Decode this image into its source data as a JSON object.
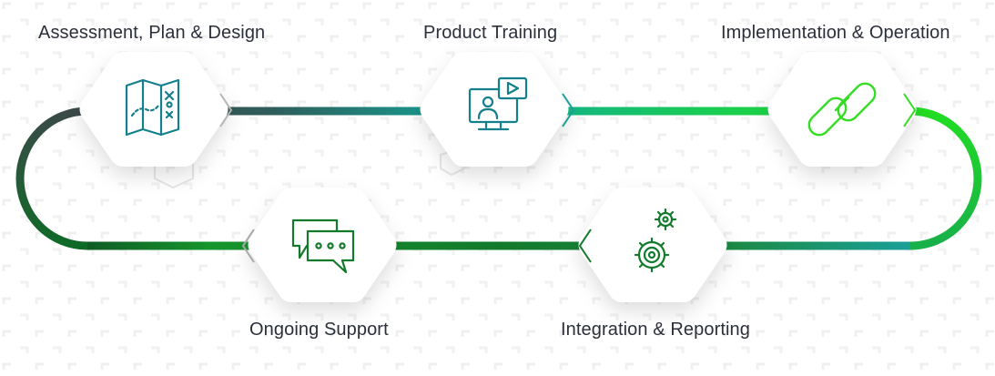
{
  "steps": [
    {
      "id": "assessment",
      "label": "Assessment, Plan & Design",
      "icon": "folded-map-icon"
    },
    {
      "id": "training",
      "label": "Product Training",
      "icon": "video-training-monitor-icon"
    },
    {
      "id": "implementation",
      "label": "Implementation & Operation",
      "icon": "chain-link-icon"
    },
    {
      "id": "integration",
      "label": "Integration & Reporting",
      "icon": "gears-target-icon"
    },
    {
      "id": "support",
      "label": "Ongoing Support",
      "icon": "chat-bubbles-icon"
    }
  ],
  "colors": {
    "label_text": "#2b2f3a",
    "icon_teal": "#13808c",
    "icon_green": "#33dd22",
    "icon_dark_green": "#137a2c",
    "track_dark": "#3b4a48",
    "track_teal": "#11a99a",
    "track_green": "#22dd22",
    "track_mid_green": "#1b8a35",
    "arrow_gray": "#b5b5b5"
  }
}
